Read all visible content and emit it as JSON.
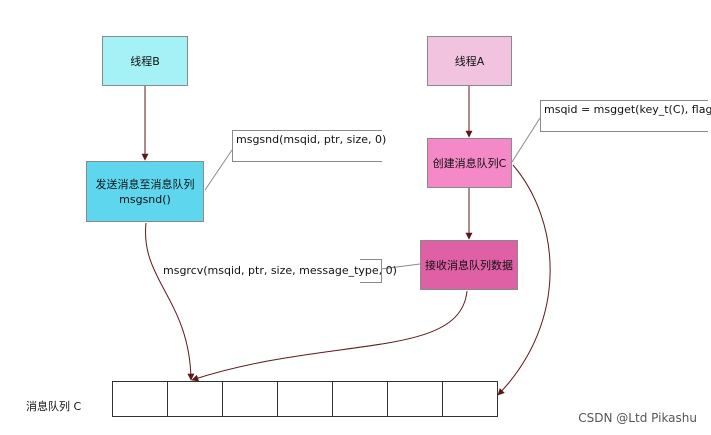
{
  "nodes": {
    "thread_b": "线程B",
    "thread_a": "线程A",
    "send_line1": "发送消息至消息队列",
    "send_line2": "msgsnd()",
    "create": "创建消息队列C",
    "receive": "接收消息队列数据"
  },
  "callouts": {
    "msgsnd": "msgsnd(msqid, ptr, size, 0)",
    "msgget": "msqid  = msgget(key_t(C), flag)",
    "msgrcv": "msgrcv(msqid, ptr, size, message_type, 0)"
  },
  "queue": {
    "label": "消息队列 C",
    "cell_count": 7
  },
  "watermark": "CSDN @Ltd Pikashu",
  "colors": {
    "thread_b": "#a5f2f6",
    "thread_a": "#f1c3df",
    "send": "#5dd6ee",
    "create": "#f588c6",
    "receive": "#e060a6",
    "arrow": "#5a1a1a"
  }
}
